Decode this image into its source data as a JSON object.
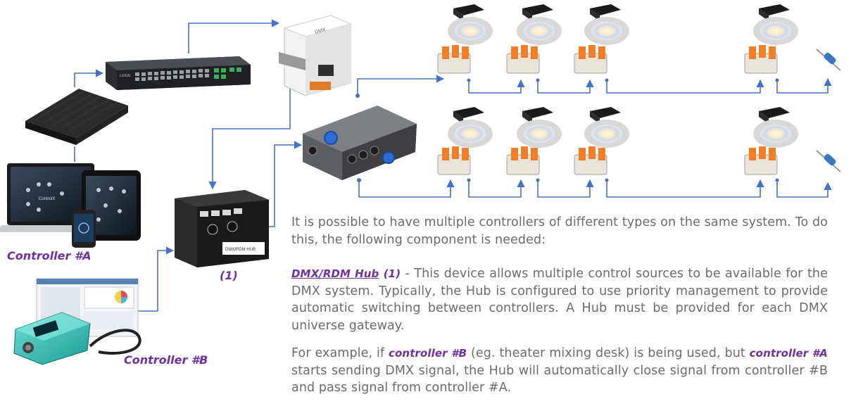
{
  "labels": {
    "controller_a": "Controller #A",
    "controller_b": "Controller #B",
    "hub_marker": "(1)"
  },
  "device_text": {
    "router_brand": "LUXUL",
    "gateway_label": "DMX",
    "hub_label": "DMX/RDM HUB",
    "software_app": "ControlX"
  },
  "intro": {
    "text": "It is possible to have multiple controllers of different types on the same system. To do this, the following component is needed:"
  },
  "hub_desc": {
    "term": "DMX/RDM Hub",
    "marker": "(1)",
    "text": " - This device allows multiple control sources to be available for the DMX system. Typically, the Hub is configured to use priority management to provide automatic switching between controllers. A Hub must be provided for each DMX universe gateway."
  },
  "example": {
    "p1": "For example, if ",
    "controller_b": "controller #B",
    "p2": " (eg. theater mixing desk) is being used, but ",
    "controller_a": "controller #A",
    "p3": " starts sending DMX signal, the Hub will automatically close signal from controller #B and pass signal from controller #A."
  },
  "colors": {
    "line": "#4472c4",
    "accent": "#7030a0",
    "body_text": "#6b6b6b"
  }
}
